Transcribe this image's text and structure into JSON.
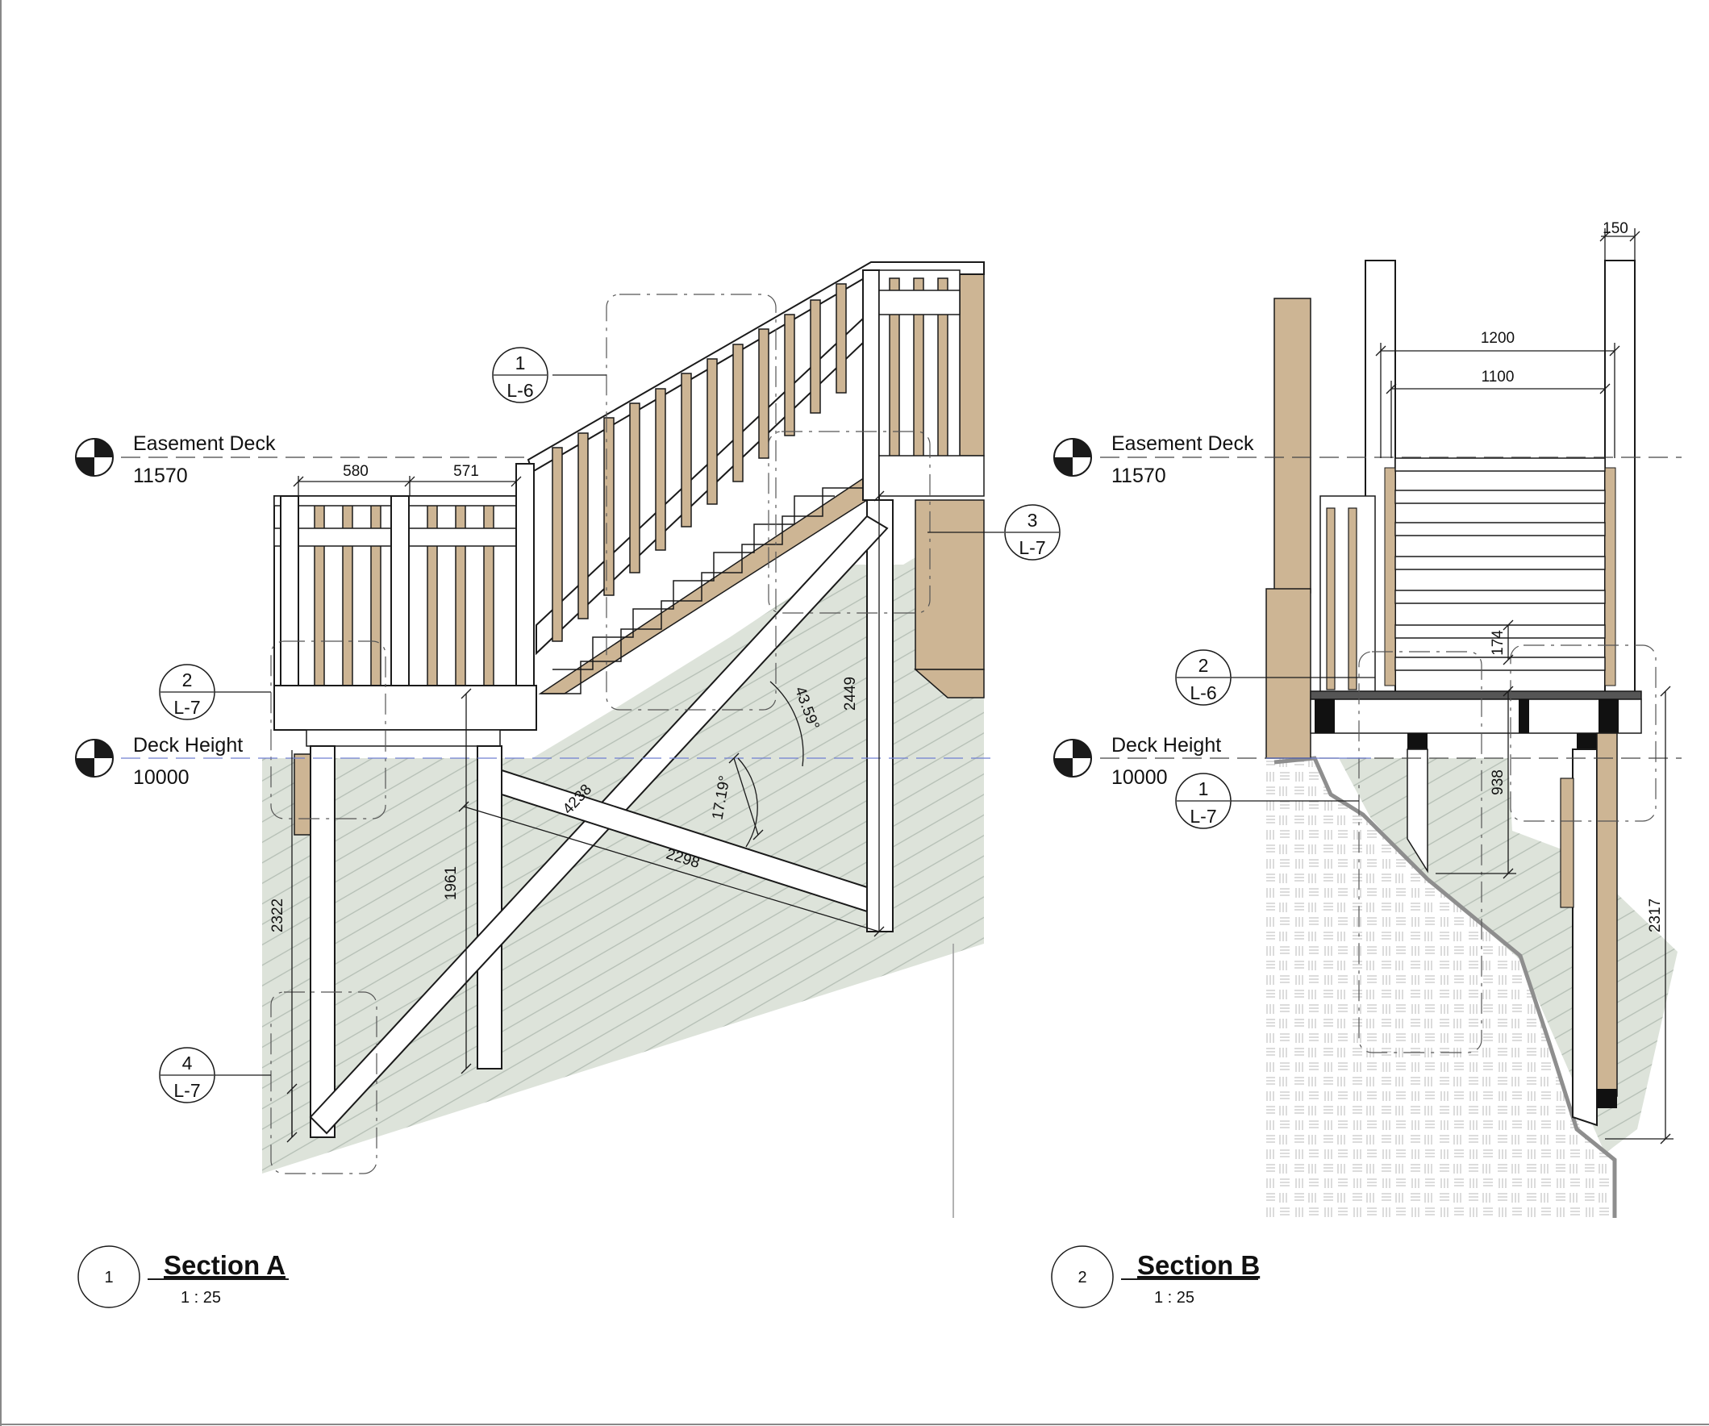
{
  "colors": {
    "timber": "#cdb594",
    "ground": "#dde3da",
    "ground_hatch": "#b3bdb3",
    "paving_hatch": "#c6c6c6",
    "line": "#1a1a1a",
    "level_line": "#6f7fd0",
    "member": "#ffffff"
  },
  "section_a": {
    "levels": [
      {
        "name": "Easement Deck",
        "value": "11570"
      },
      {
        "name": "Deck Height",
        "value": "10000"
      }
    ],
    "dims": {
      "d580": "580",
      "d571": "571",
      "d2449": "2449",
      "d4238": "4238",
      "d2298": "2298",
      "d1961": "1961",
      "d2322": "2322",
      "a4359": "43.59°",
      "a1719": "17.19°"
    },
    "callouts": [
      {
        "num": "1",
        "sheet": "L-6"
      },
      {
        "num": "3",
        "sheet": "L-7"
      },
      {
        "num": "2",
        "sheet": "L-7"
      },
      {
        "num": "4",
        "sheet": "L-7"
      }
    ],
    "title": {
      "number": "1",
      "name": "Section A",
      "scale": "1 : 25"
    }
  },
  "section_b": {
    "levels": [
      {
        "name": "Easement Deck",
        "value": "11570"
      },
      {
        "name": "Deck Height",
        "value": "10000"
      }
    ],
    "dims": {
      "d150": "150",
      "d1200": "1200",
      "d1100": "1100",
      "d174": "174",
      "d938": "938",
      "d2317": "2317"
    },
    "callouts": [
      {
        "num": "2",
        "sheet": "L-6"
      },
      {
        "num": "1",
        "sheet": "L-7"
      }
    ],
    "title": {
      "number": "2",
      "name": "Section B",
      "scale": "1 : 25"
    }
  }
}
